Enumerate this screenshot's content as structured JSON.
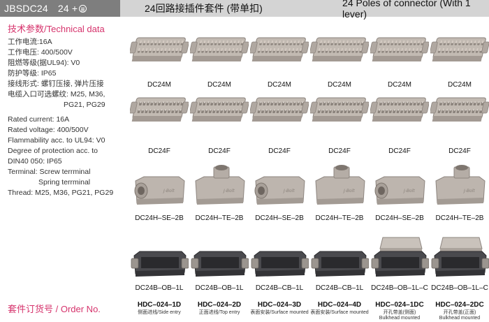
{
  "header": {
    "model": "JBSDC24",
    "poles": "24 +",
    "title_cn": "24回路接插件套件 (带单扣)",
    "title_en": "24 Poles of connector (With 1 lever)"
  },
  "tech": {
    "title": "技术参数/Technical data",
    "cn_lines": [
      "工作电流:16A",
      "工作电压: 400/500V",
      "阻燃等级(据UL94): V0",
      "防护等级: IP65",
      "接线形式: 螺钉压接, 弹片压接",
      "电缆入口可选螺纹: M25, M36,"
    ],
    "cn_cont": "PG21, PG29",
    "en_lines": [
      "Rated current: 16A",
      "Rated voltage: 400/500V",
      "Flammability acc. to UL94: V0",
      "Degree of protection acc. to",
      "DIN40 050: IP65",
      "Terminal: Screw terrminal"
    ],
    "en_cont": "Spring terrminal",
    "en_last": "Thread:  M25, M36, PG21, PG29"
  },
  "rows": {
    "male": [
      "DC24M",
      "DC24M",
      "DC24M",
      "DC24M",
      "DC24M",
      "DC24M"
    ],
    "female": [
      "DC24F",
      "DC24F",
      "DC24F",
      "DC24F",
      "DC24F",
      "DC24F"
    ],
    "hood": [
      "DC24H–SE–2B",
      "DC24H–TE–2B",
      "DC24H–SE–2B",
      "DC24H–TE–2B",
      "DC24H–SE–2B",
      "DC24H–TE–2B"
    ],
    "base": [
      "DC24B–OB–1L",
      "DC24B–OB–1L",
      "DC24B–CB–1L",
      "DC24B–CB–1L",
      "DC24B–OB–1L–C",
      "DC24B–OB–1L–C"
    ]
  },
  "order": {
    "title": "套件订货号 / Order No.",
    "items": [
      {
        "code": "HDC–024–1D",
        "desc": "侧面进线/Side entry",
        "desc2": ""
      },
      {
        "code": "HDC–024–2D",
        "desc": "正面进线/Top entry",
        "desc2": ""
      },
      {
        "code": "HDC–024–3D",
        "desc": "表面安装/Surface mounted",
        "desc2": ""
      },
      {
        "code": "HDC–024–4D",
        "desc": "表面安装/Surface mounted",
        "desc2": ""
      },
      {
        "code": "HDC–024–1DC",
        "desc": "开孔带盖(侧面)",
        "desc2": "Bulkhead mounted"
      },
      {
        "code": "HDC–024–2DC",
        "desc": "开孔带盖(正面)",
        "desc2": "Bulkhead mounted"
      }
    ]
  },
  "colors": {
    "accent": "#d6336c",
    "header_dark": "#7e7e7e",
    "header_light": "#d4d4d4",
    "metal": "#b9b1aa"
  }
}
